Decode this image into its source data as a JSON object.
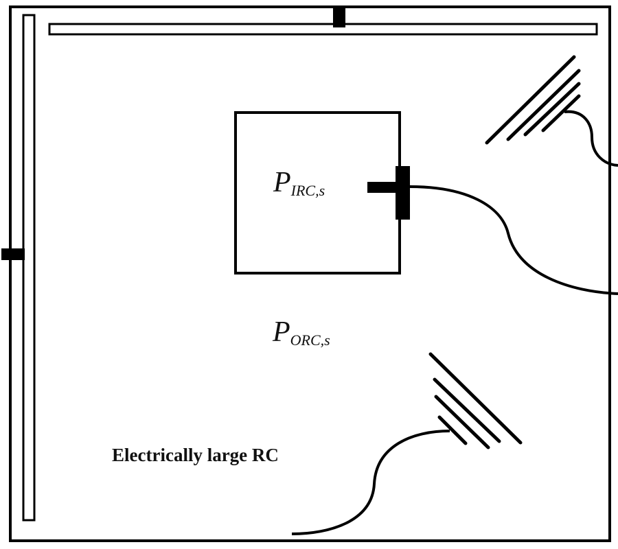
{
  "labels": {
    "inner_power_symbol": "P",
    "inner_power_subscript": "IRC,s",
    "outer_power_symbol": "P",
    "outer_power_subscript": "ORC,s",
    "chamber_caption": "Electrically large RC"
  },
  "colors": {
    "stroke": "#000000",
    "background": "#ffffff"
  }
}
